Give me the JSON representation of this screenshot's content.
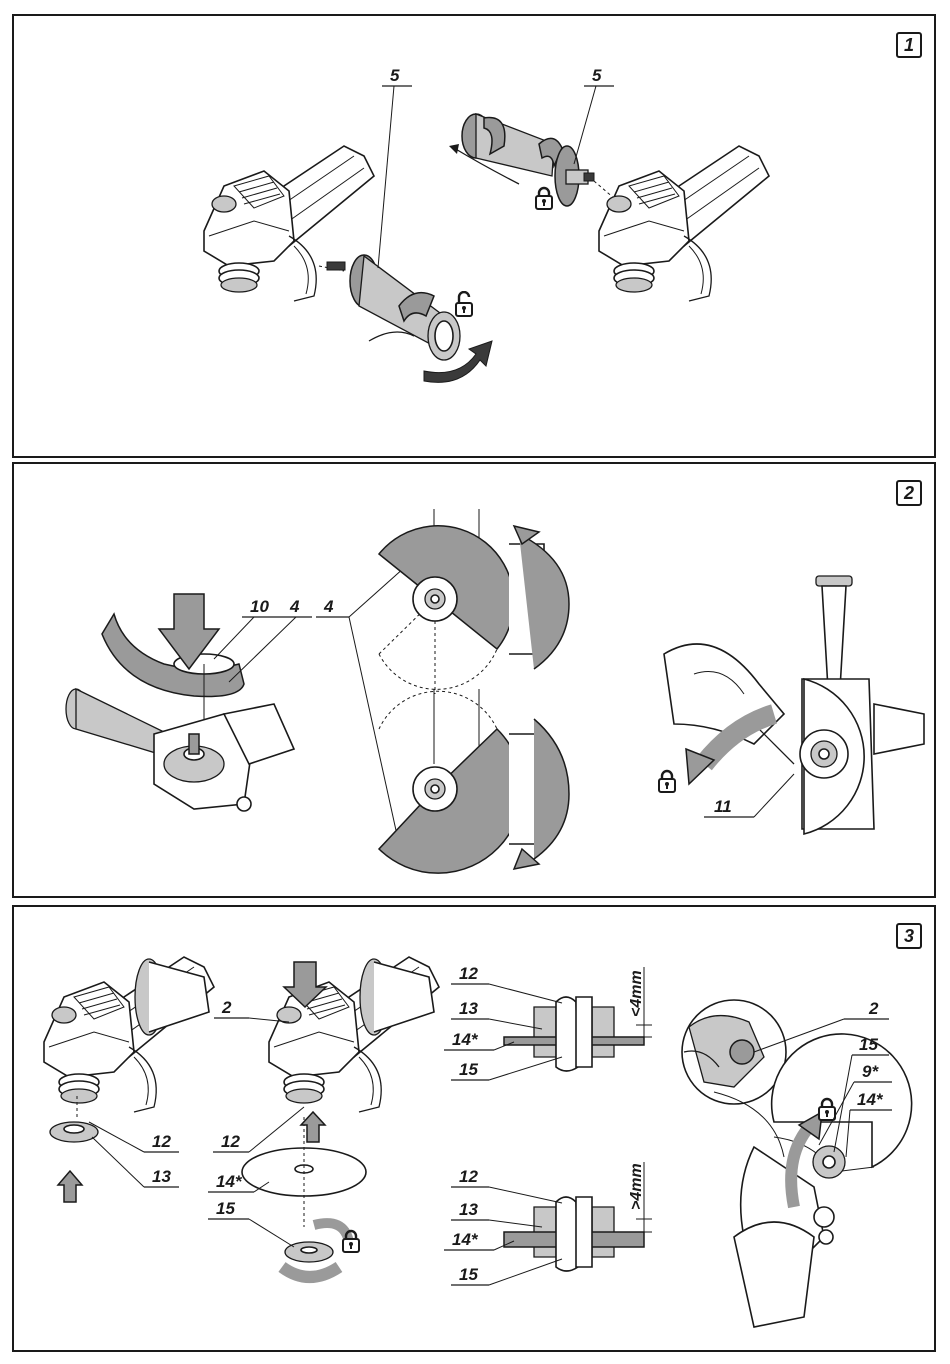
{
  "panels": [
    {
      "number": "1",
      "labels": {
        "handle_left": "5",
        "handle_right": "5"
      }
    },
    {
      "number": "2",
      "labels": {
        "l10": "10",
        "l4a": "4",
        "l4b": "4",
        "l11": "11"
      }
    },
    {
      "number": "3",
      "labels": {
        "a12": "12",
        "a13": "13",
        "b2": "2",
        "b12": "12",
        "b14": "14*",
        "b15": "15",
        "c12": "12",
        "c13": "13",
        "c14": "14*",
        "c15": "15",
        "c_gap": "<4mm",
        "d12": "12",
        "d13": "13",
        "d14": "14*",
        "d15": "15",
        "d_gap": ">4mm",
        "e2": "2",
        "e15": "15",
        "e9": "9*",
        "e14": "14*"
      }
    }
  ],
  "icons": {
    "lock": "padlock-closed-icon",
    "unlock": "padlock-open-icon",
    "arrow": "direction-arrow-icon"
  },
  "colors": {
    "ink": "#1a1a1a",
    "fill_grey": "#9a9a9a",
    "light_grey": "#c8c8c8"
  }
}
